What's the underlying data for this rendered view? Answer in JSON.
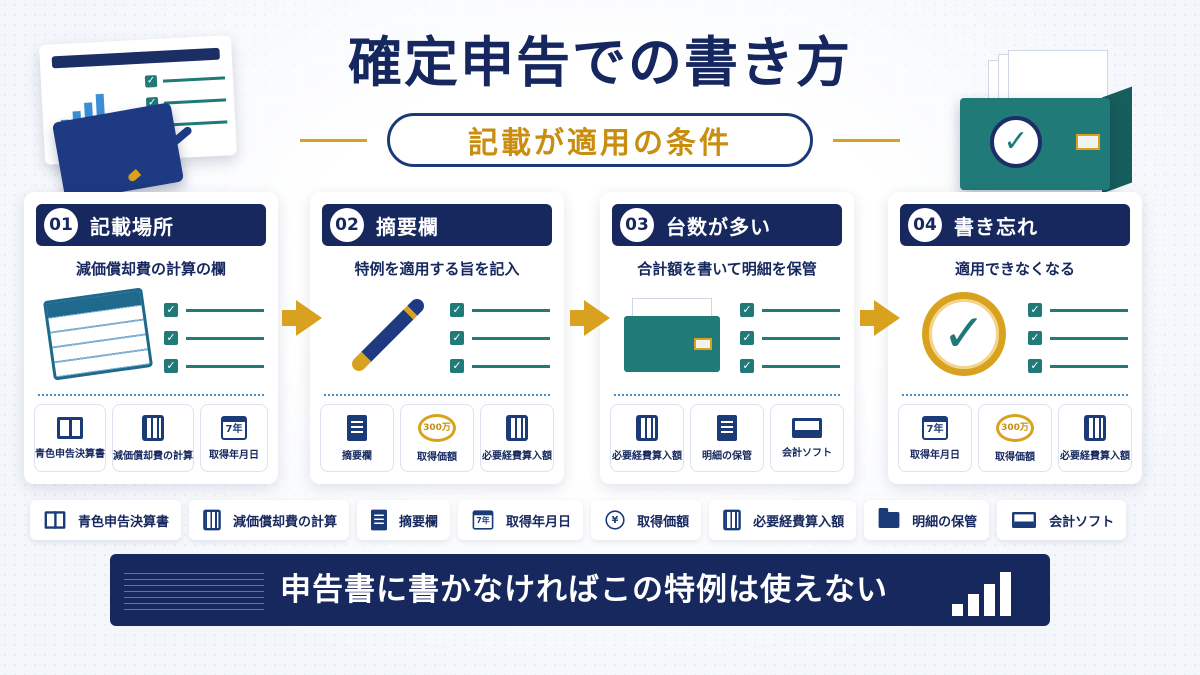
{
  "header": {
    "title": "確定申告での書き方",
    "subtitle": "記載が適用の条件"
  },
  "steps": [
    {
      "num": "01",
      "title": "記載場所",
      "desc": "減価償却費の計算の欄",
      "tools": [
        {
          "icon": "book-icon",
          "label": "青色申告決算書"
        },
        {
          "icon": "calculator-icon",
          "label": "減価償却費の計算"
        },
        {
          "icon": "calendar-icon",
          "label": "取得年月日",
          "glyph": "7年"
        }
      ]
    },
    {
      "num": "02",
      "title": "摘要欄",
      "desc": "特例を適用する旨を記入",
      "tools": [
        {
          "icon": "document-icon",
          "label": "摘要欄"
        },
        {
          "icon": "coin-icon",
          "label": "取得価額",
          "glyph": "300万"
        },
        {
          "icon": "calculator-icon",
          "label": "必要経費算入額"
        }
      ]
    },
    {
      "num": "03",
      "title": "台数が多い",
      "desc": "合計額を書いて明細を保管",
      "tools": [
        {
          "icon": "calculator-icon",
          "label": "必要経費算入額"
        },
        {
          "icon": "document-icon",
          "label": "明細の保管"
        },
        {
          "icon": "laptop-icon",
          "label": "会計ソフト"
        }
      ]
    },
    {
      "num": "04",
      "title": "書き忘れ",
      "desc": "適用できなくなる",
      "tools": [
        {
          "icon": "calendar-icon",
          "label": "取得年月日",
          "glyph": "7年"
        },
        {
          "icon": "coin-icon",
          "label": "取得価額",
          "glyph": "300万"
        },
        {
          "icon": "calculator-icon",
          "label": "必要経費算入額"
        }
      ]
    }
  ],
  "glossary": [
    {
      "icon": "book-icon",
      "label": "青色申告決算書"
    },
    {
      "icon": "calculator-icon",
      "label": "減価償却費の計算"
    },
    {
      "icon": "document-icon",
      "label": "摘要欄"
    },
    {
      "icon": "calendar-icon",
      "label": "取得年月日",
      "glyph": "7年"
    },
    {
      "icon": "yen-icon",
      "label": "取得価額",
      "glyph": "¥"
    },
    {
      "icon": "calculator-icon",
      "label": "必要経費算入額"
    },
    {
      "icon": "folder-icon",
      "label": "明細の保管"
    },
    {
      "icon": "laptop-icon",
      "label": "会計ソフト"
    }
  ],
  "banner": {
    "text": "申告書に書かなければこの特例は使えない"
  },
  "colors": {
    "navy": "#16285e",
    "gold": "#d9a21e",
    "teal": "#1f7a78"
  }
}
